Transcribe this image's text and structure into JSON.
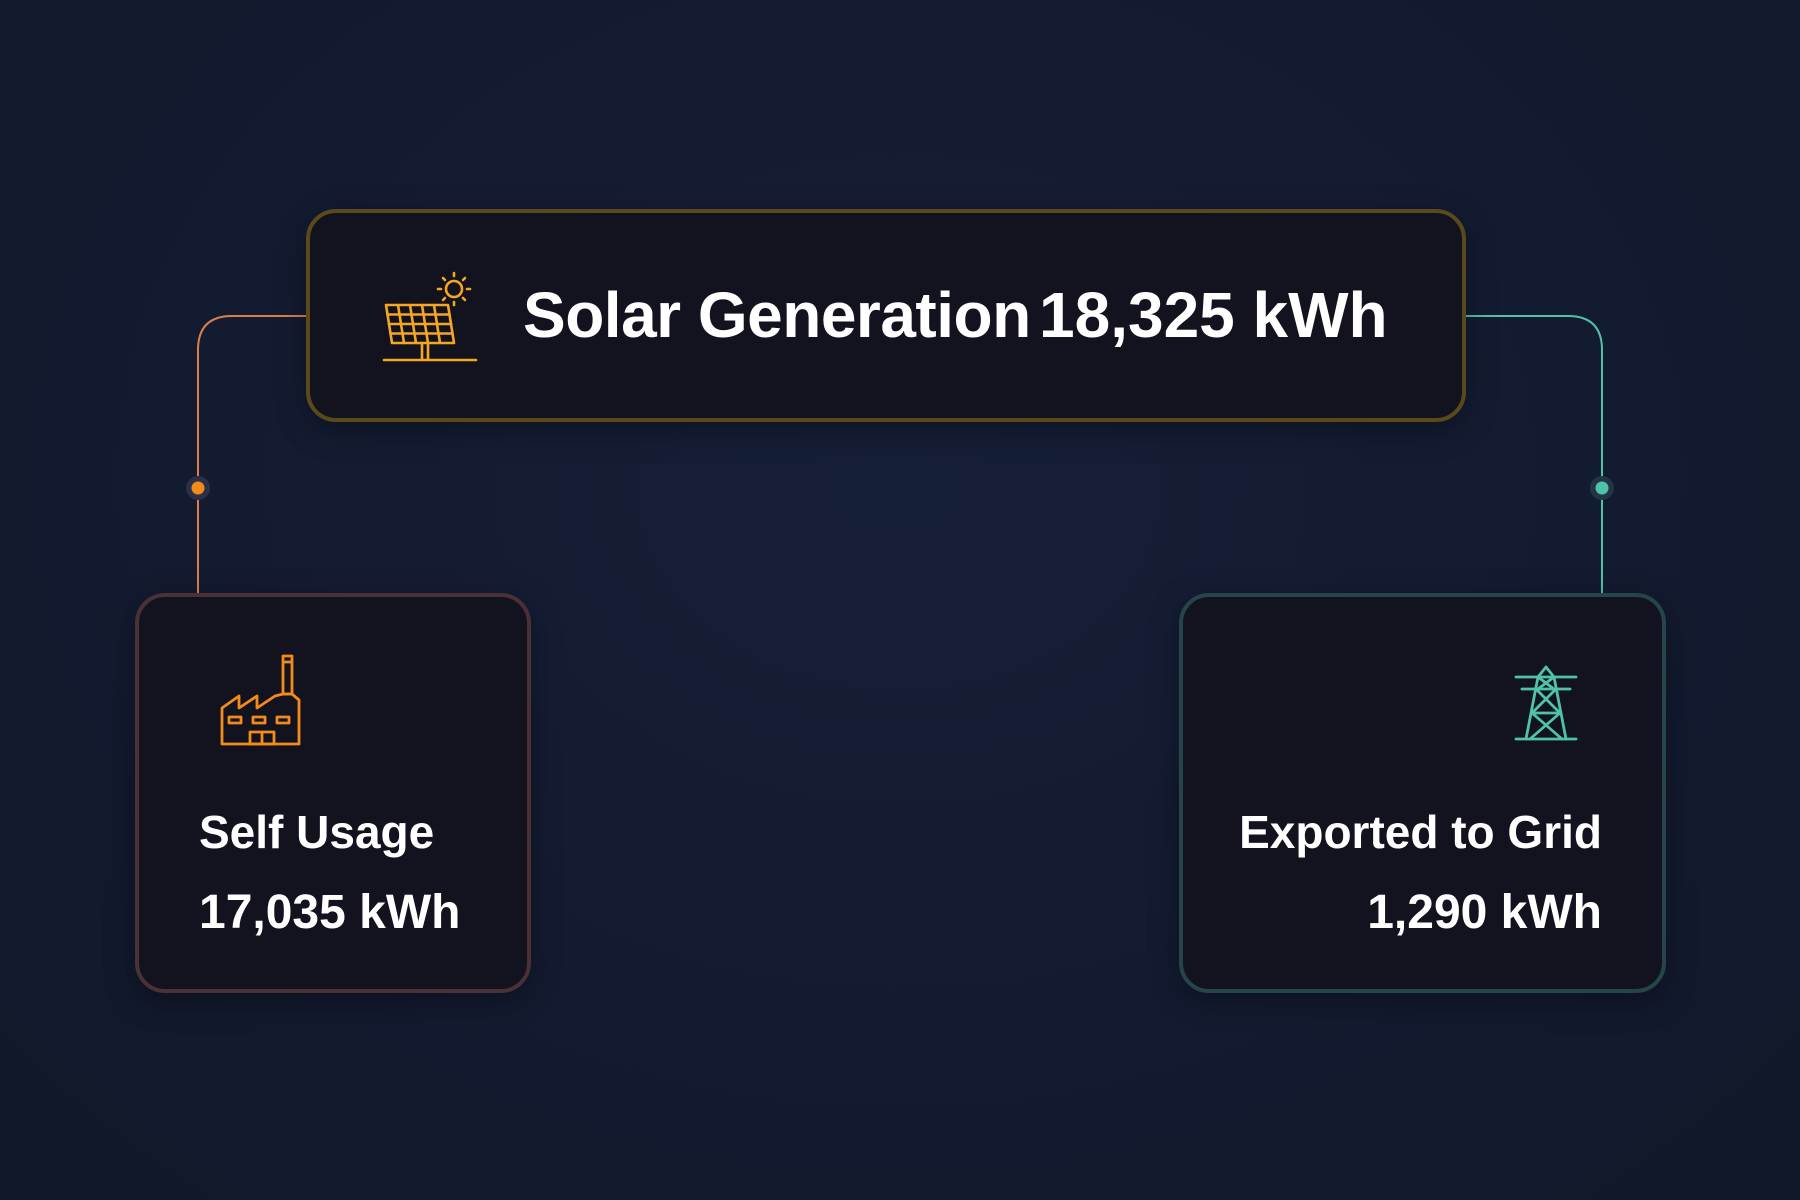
{
  "solar": {
    "title": "Solar Generation",
    "value": "18,325 kWh",
    "icon": "solar-panel-icon",
    "accent": "#f5a623"
  },
  "self_usage": {
    "label": "Self Usage",
    "value": "17,035 kWh",
    "icon": "factory-icon",
    "accent": "#f28a1c"
  },
  "export": {
    "label": "Exported to Grid",
    "value": "1,290 kWh",
    "icon": "power-tower-icon",
    "accent": "#4fc3a7"
  },
  "colors": {
    "background": "#131b31",
    "card": "#12131f",
    "left_connector": "#e58a44",
    "right_connector": "#4fc3a7"
  }
}
